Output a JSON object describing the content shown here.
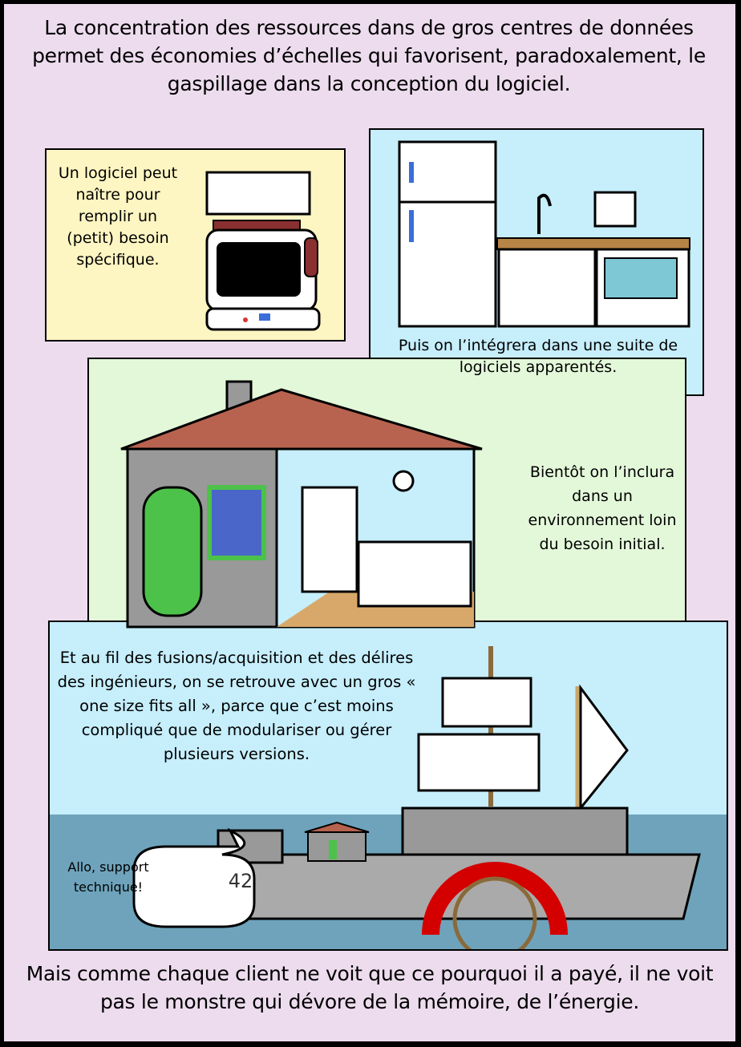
{
  "header": {
    "text": "La concentration des ressources dans de gros centres de données permet des économies d’échelles qui favorisent, paradoxalement, le gaspillage dans la conception du logiciel."
  },
  "panels": [
    {
      "text": "Un logiciel peut naître pour remplir un (petit) besoin spécifique."
    },
    {
      "text": "Puis on l’intégrera dans une suite de logiciels apparentés."
    },
    {
      "text": "Bientôt on l’inclura dans un environnement loin du besoin initial."
    },
    {
      "text": "Et au fil des fusions/acquisition et des délires des ingénieurs, on se retrouve avec un gros « one size fits all », parce que c’est moins compliqué que de modulariser ou gérer plusieurs versions.",
      "speech": "Allo, support technique!",
      "hull_number": "42"
    }
  ],
  "footer": {
    "text": "Mais comme chaque client ne voit que ce pourquoi il a payé, il ne voit pas le monstre qui dévore de la mémoire, de l’énergie."
  },
  "colors": {
    "page": "#eddcee",
    "panel1": "#fdf5c2",
    "panel2": "#c6eefb",
    "panel3": "#e3f8d9",
    "sea": "#6ea3bb",
    "roof": "#b8634f",
    "door": "#4cc24a"
  }
}
